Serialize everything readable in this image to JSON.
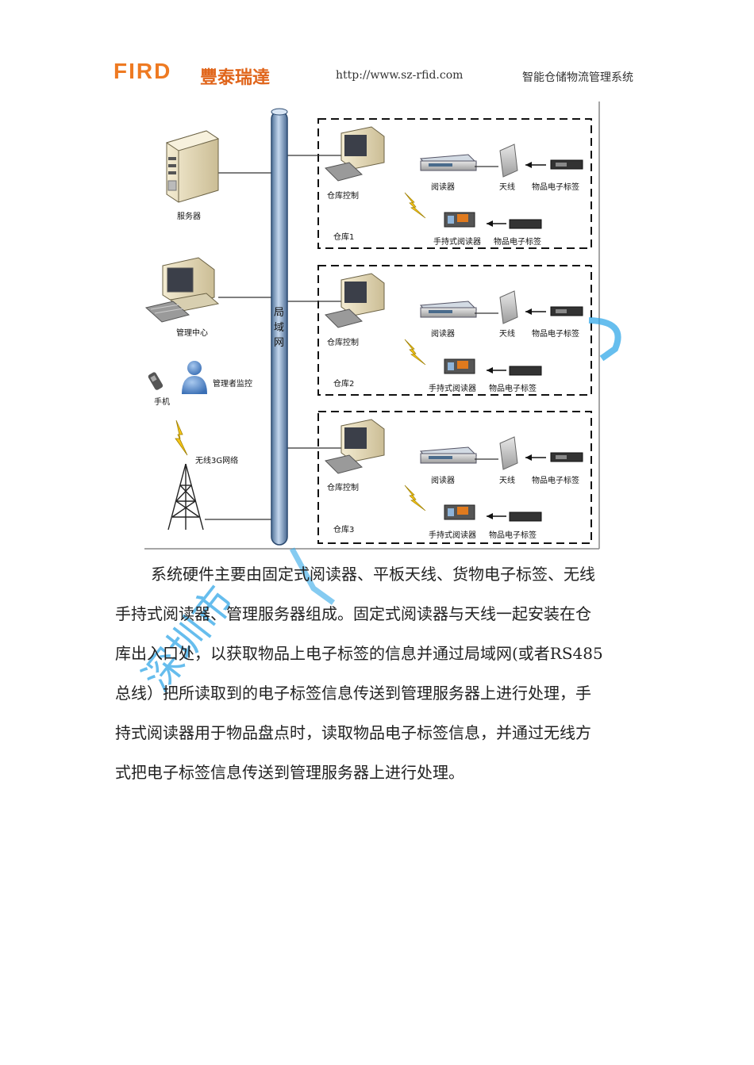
{
  "header": {
    "logo": "FIRD",
    "company": "豐泰瑞達",
    "url": "http://www.sz-rfid.com",
    "title": "智能仓储物流管理系统"
  },
  "diagram": {
    "server": "服务器",
    "management_center": "管理中心",
    "supervisor": "管理者监控",
    "phone": "手机",
    "wireless_network": "无线3G网络",
    "lan_chars": [
      "局",
      "域",
      "网"
    ],
    "warehouses": [
      {
        "control": "仓库控制",
        "reader": "阅读器",
        "antenna": "天线",
        "tag": "物品电子标签",
        "handheld": "手持式阅读器",
        "handheld_tag": "物品电子标签",
        "name": "仓库1"
      },
      {
        "control": "仓库控制",
        "reader": "阅读器",
        "antenna": "天线",
        "tag": "物品电子标签",
        "handheld": "手持式阅读器",
        "handheld_tag": "物品电子标签",
        "name": "仓库2"
      },
      {
        "control": "仓库控制",
        "reader": "阅读器",
        "antenna": "天线",
        "tag": "物品电子标签",
        "handheld": "手持式阅读器",
        "handheld_tag": "物品电子标签",
        "name": "仓库3"
      }
    ]
  },
  "body": {
    "lines": [
      "系统硬件主要由固定式阅读器、平板天线、货物电子标签、无线",
      "手持式阅读器、管理服务器组成。固定式阅读器与天线一起安装在仓",
      "库出入口处，以获取物品上电子标签的信息并通过局域网(或者RS485",
      "总线）把所读取到的电子标签信息传送到管理服务器上进行处理，手",
      "持式阅读器用于物品盘点时，读取物品电子标签信息，并通过无线方",
      "式把电子标签信息传送到管理服务器上进行处理。"
    ]
  },
  "watermark": "深圳市"
}
